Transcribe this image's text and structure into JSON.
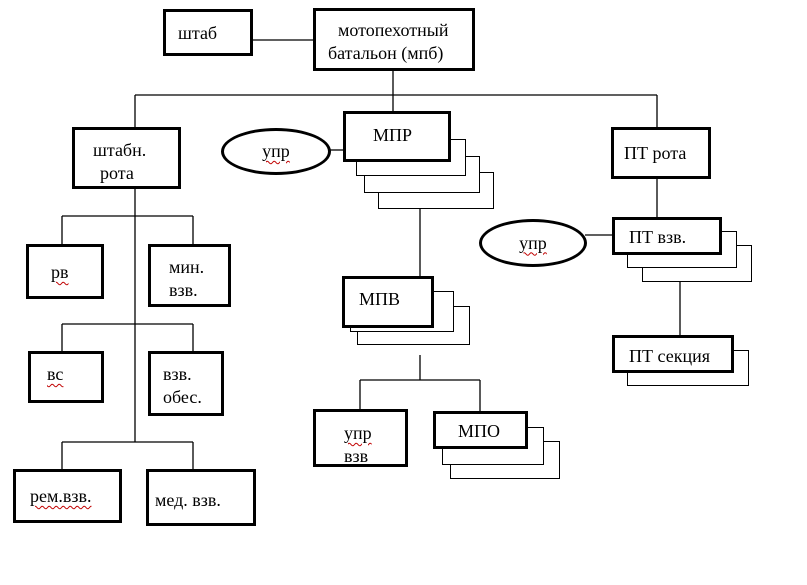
{
  "nodes": {
    "shtab": "штаб",
    "battalion_line1": "мотопехотный",
    "battalion_line2": "батальон (мпб)",
    "hq_company_line1": "штабн.",
    "hq_company_line2": "рота",
    "mpr": "МПР",
    "at_company": "ПТ рота",
    "upr_left": "упр",
    "upr_right": "упр",
    "rv": "рв",
    "min_platoon_line1": "мин.",
    "min_platoon_line2": "взв.",
    "vs": "вс",
    "support_platoon_line1": "взв.",
    "support_platoon_line2": "обес.",
    "repair_platoon": "рем.взв.",
    "medical_platoon": "мед. взв.",
    "mpv": "МПВ",
    "upr_platoon_line1": "упр",
    "upr_platoon_line2": "взв",
    "mpo": "МПО",
    "at_platoon": "ПТ взв.",
    "at_section": "ПТ секция"
  }
}
